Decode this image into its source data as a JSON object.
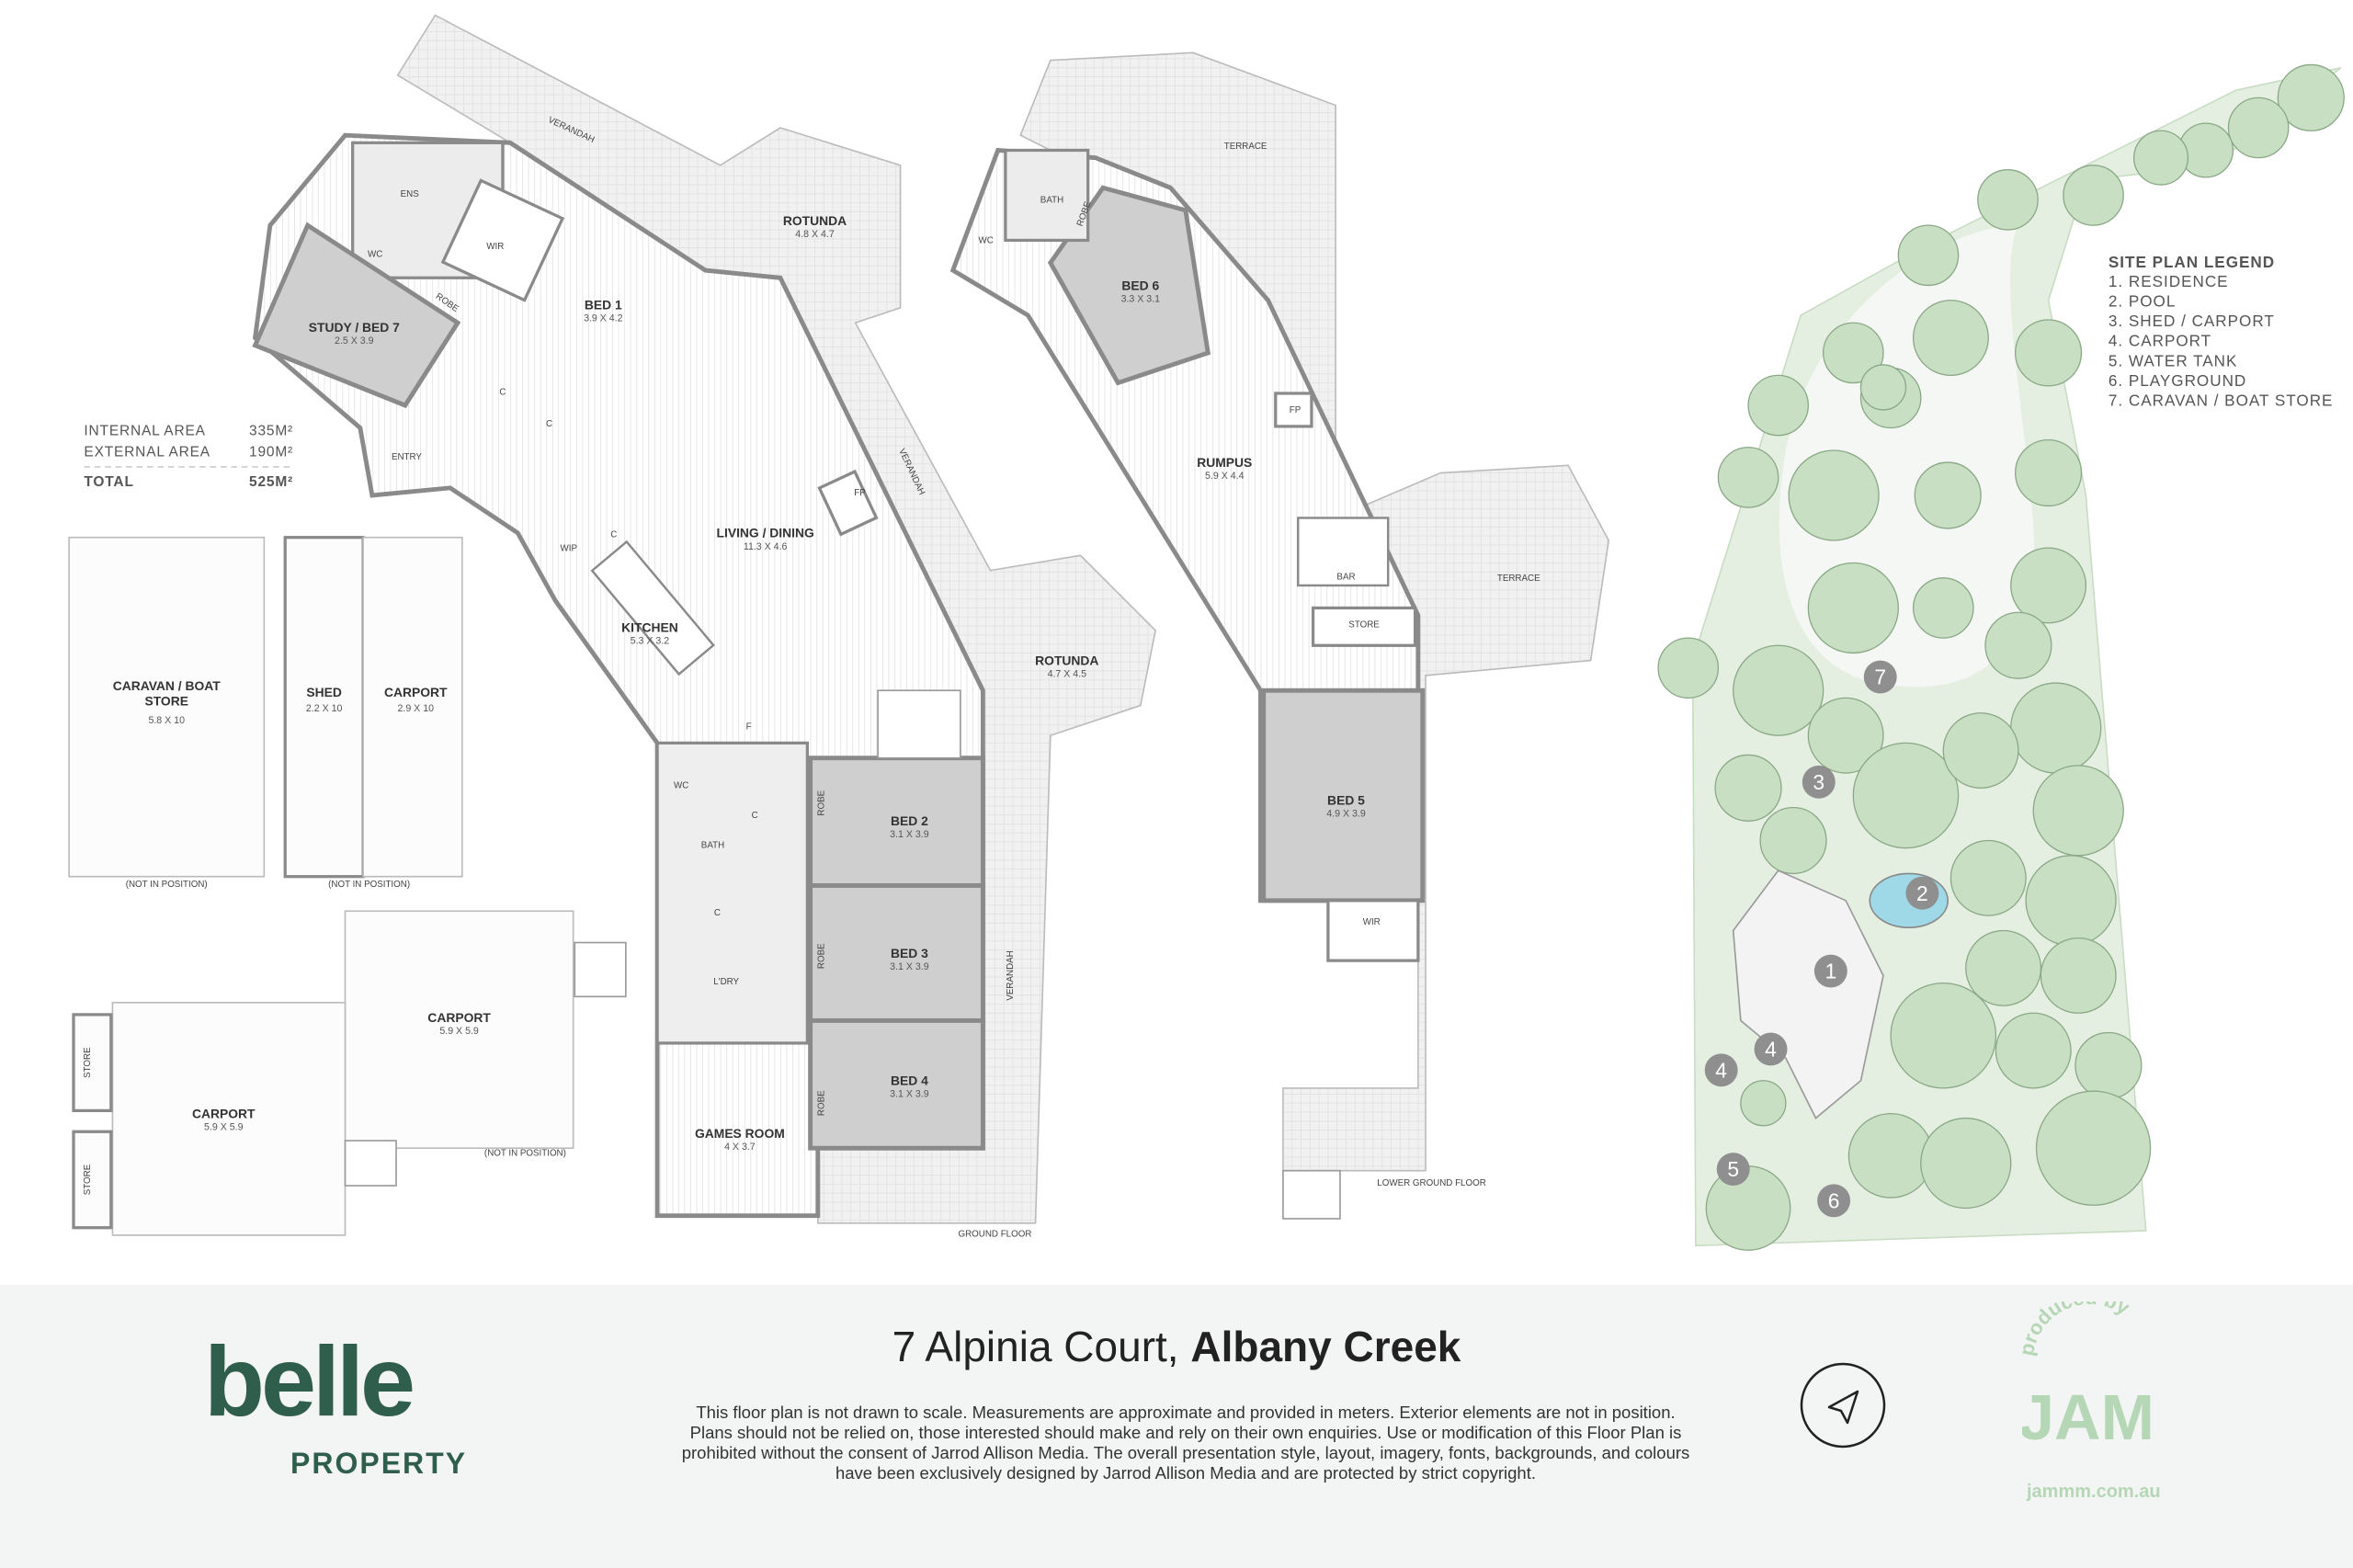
{
  "areas": {
    "internal_label": "INTERNAL AREA",
    "internal_value": "335M²",
    "external_label": "EXTERNAL AREA",
    "external_value": "190M²",
    "total_label": "TOTAL",
    "total_value": "525M²"
  },
  "ground_floor": {
    "label": "GROUND FLOOR",
    "rooms": {
      "verandah_top": "VERANDAH",
      "verandah_right": "VERANDAH",
      "verandah_bottom": "VERANDAH",
      "rotunda1": {
        "name": "ROTUNDA",
        "dims": "4.8 X 4.7"
      },
      "rotunda2": {
        "name": "ROTUNDA",
        "dims": "4.7 X 4.5"
      },
      "ens": "ENS",
      "wc1": "WC",
      "wir1": "WIR",
      "robe1": "ROBE",
      "bed1": {
        "name": "BED 1",
        "dims": "3.9 X 4.2"
      },
      "study": {
        "name": "STUDY / BED 7",
        "dims": "2.5 X 3.9"
      },
      "c1": "C",
      "c2": "C",
      "entry": "ENTRY",
      "living": {
        "name": "LIVING / DINING",
        "dims": "11.3 X 4.6"
      },
      "fp1": "FP",
      "wip": "WIP",
      "c3": "C",
      "kitchen": {
        "name": "KITCHEN",
        "dims": "5.3 X 3.2"
      },
      "f": "F",
      "wc2": "WC",
      "bath": "BATH",
      "c4": "C",
      "c5": "C",
      "ldry": "L'DRY",
      "bed2": {
        "name": "BED 2",
        "dims": "3.1 X 3.9",
        "robe": "ROBE"
      },
      "bed3": {
        "name": "BED 3",
        "dims": "3.1 X 3.9",
        "robe": "ROBE"
      },
      "bed4": {
        "name": "BED 4",
        "dims": "3.1 X 3.9",
        "robe": "ROBE"
      },
      "games": {
        "name": "GAMES ROOM",
        "dims": "4 X 3.7"
      }
    }
  },
  "lower_ground_floor": {
    "label": "LOWER GROUND FLOOR",
    "rooms": {
      "terrace1": "TERRACE",
      "terrace2": "TERRACE",
      "bath": "BATH",
      "wc": "WC",
      "robe": "ROBE",
      "bed6": {
        "name": "BED 6",
        "dims": "3.3 X 3.1"
      },
      "fp": "FP",
      "rumpus": {
        "name": "RUMPUS",
        "dims": "5.9 X 4.4"
      },
      "bar": "BAR",
      "store": "STORE",
      "bed5": {
        "name": "BED 5",
        "dims": "4.9 X 3.9"
      },
      "wir": "WIR"
    }
  },
  "outbuildings": {
    "caravan": {
      "name1": "CARAVAN / BOAT",
      "name2": "STORE",
      "dims": "5.8 X 10",
      "note": "(NOT IN POSITION)"
    },
    "shed": {
      "name": "SHED",
      "dims": "2.2 X 10"
    },
    "carport1": {
      "name": "CARPORT",
      "dims": "2.9 X 10",
      "note": "(NOT IN POSITION)"
    },
    "carport2": {
      "name": "CARPORT",
      "dims": "5.9 X 5.9"
    },
    "carport3": {
      "name": "CARPORT",
      "dims": "5.9 X 5.9",
      "note": "(NOT IN POSITION)"
    },
    "store1": "STORE",
    "store2": "STORE"
  },
  "site_plan": {
    "legend_title": "SITE PLAN LEGEND",
    "legend": [
      "1. RESIDENCE",
      "2. POOL",
      "3. SHED / CARPORT",
      "4. CARPORT",
      "5. WATER TANK",
      "6. PLAYGROUND",
      "7. CARAVAN / BOAT STORE"
    ],
    "markers": [
      "1",
      "2",
      "3",
      "4",
      "4",
      "5",
      "6",
      "7"
    ]
  },
  "footer": {
    "brand": "belle",
    "brand_sub": "PROPERTY",
    "address_street": "7 Alpinia Court,",
    "address_suburb": "Albany Creek",
    "disclaimer": "This floor plan is not drawn to scale. Measurements are approximate and provided in meters. Exterior elements are not in position. Plans should not be relied on, those interested should make and rely on their own enquiries. Use or modification of this Floor Plan is prohibited without the consent of Jarrod Allison Media. The overall presentation style, layout, imagery, fonts, backgrounds, and colours have been exclusively designed by Jarrod Allison Media and are protected by strict copyright.",
    "producer_tagline": "produced by",
    "producer_logo": "JAM",
    "producer_url": "jammm.com.au",
    "compass_icon": "north-arrow-icon"
  },
  "colors": {
    "brand_green": "#2f5e4c",
    "jam_green": "#b5d7b5",
    "room_grey": "#cfcfcf",
    "wall": "#8a8a8a",
    "site_green": "#e4efe1"
  }
}
